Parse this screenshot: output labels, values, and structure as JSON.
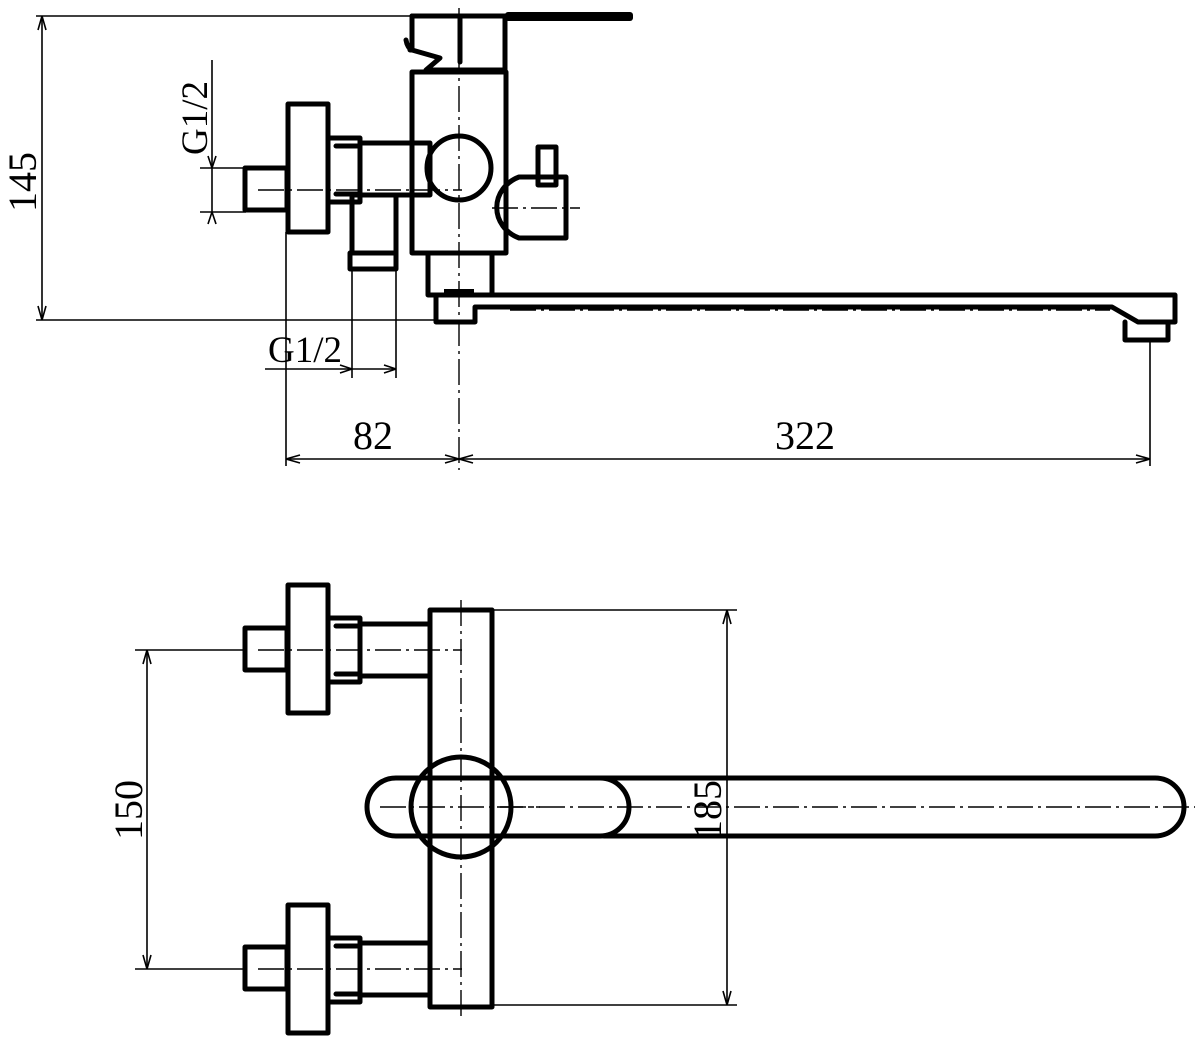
{
  "drawing": {
    "views": [
      "side-elevation",
      "top-plan"
    ],
    "dimensions": {
      "height_total": "145",
      "inlet_thread_vertical": "G1/2",
      "inlet_thread_horizontal": "G1/2",
      "inlet_offset": "82",
      "spout_reach": "322",
      "inlet_spacing": "150",
      "body_length": "185"
    }
  }
}
